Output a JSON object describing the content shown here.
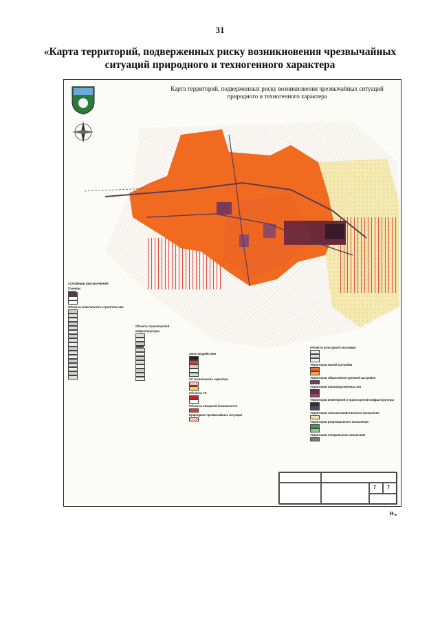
{
  "page": {
    "number": "31"
  },
  "document": {
    "title": "«Карта территорий, подверженных риску возникновения чрезвычайных ситуаций природного и техногенного характера",
    "closing": "»."
  },
  "map": {
    "title": "Карта территорий, подверженных риску возникновения чрезвычайных ситуаций природного и техногенного характера",
    "colors": {
      "urban": "#f06a1f",
      "risk_hatch": "#e23a2d",
      "industrial": "#6a2a3a",
      "natural": "#f2e6a6",
      "roads": "#5a3a5a"
    },
    "legend": {
      "main_heading": "УСЛОВНЫЕ ОБОЗНАЧЕНИЯ",
      "sections": [
        {
          "heading": "Границы",
          "col": 1
        },
        {
          "heading": "Объекты капитального строительства",
          "col": 1
        },
        {
          "heading": "Объекты транспортной инфраструктуры",
          "col": 2
        },
        {
          "heading": "Зоны воздействия",
          "col": 3
        },
        {
          "heading": "ЧС техногенного характера",
          "col": 3
        },
        {
          "heading": "Объекты ГО",
          "col": 3
        },
        {
          "heading": "Объекты пожарной безопасности",
          "col": 3
        },
        {
          "heading": "Природные чрезвычайные ситуации",
          "col": 3
        },
        {
          "heading": "Объекты культурного наследия",
          "col": 4
        },
        {
          "heading": "Территории жилой застройки",
          "col": 4
        },
        {
          "heading": "Территории общественно-деловой застройки",
          "col": 4
        },
        {
          "heading": "Территории производственных зон",
          "col": 4
        },
        {
          "heading": "Территории инженерной и транспортной инфраструктуры",
          "col": 4
        },
        {
          "heading": "Территории сельскохозяйственного назначения",
          "col": 4
        },
        {
          "heading": "Территории рекреационного назначения",
          "col": 4
        },
        {
          "heading": "Территории специального назначения",
          "col": 4
        }
      ]
    },
    "stamp": {
      "sheet": "7",
      "sheets": "7"
    }
  }
}
